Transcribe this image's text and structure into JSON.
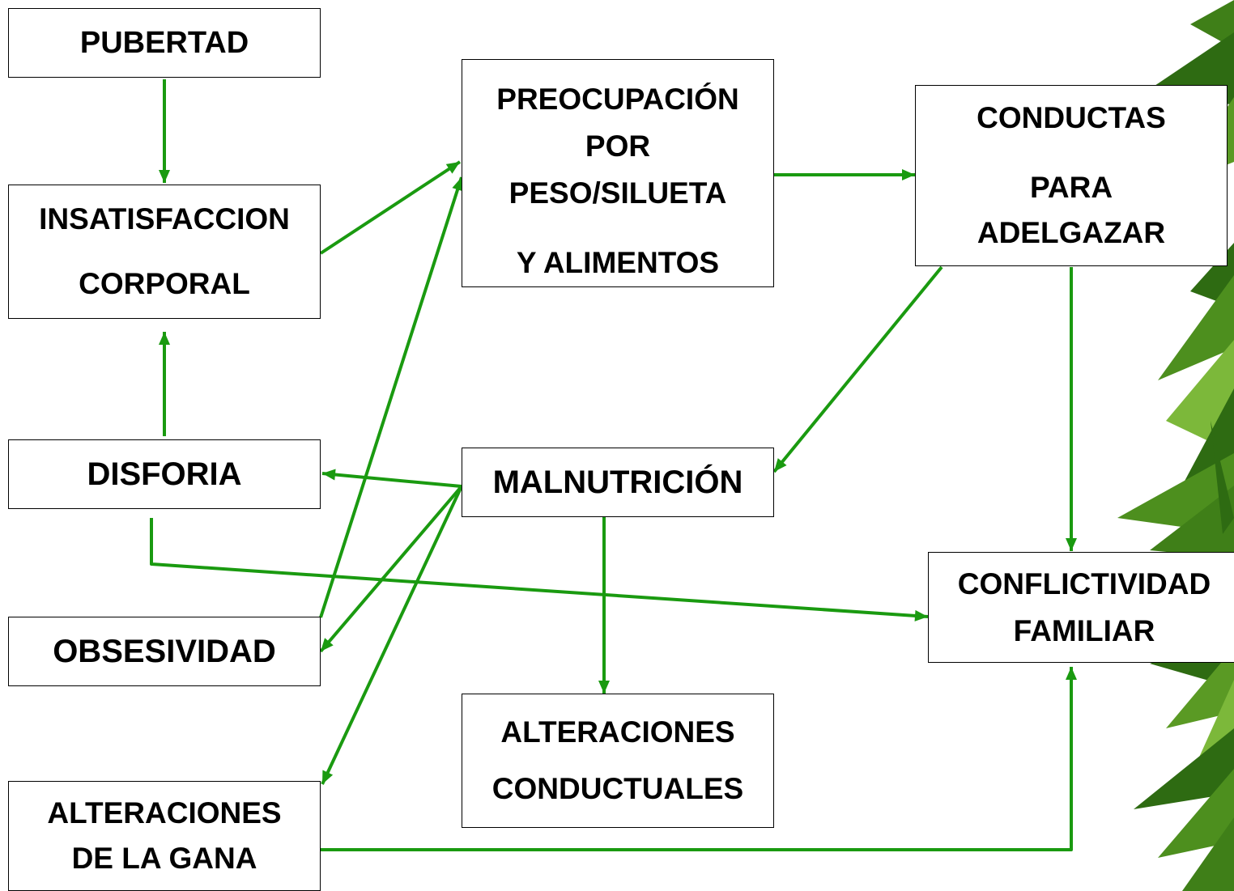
{
  "colors": {
    "arrow": "#1a9a10",
    "leaf_dark": "#2e6b12",
    "leaf_mid": "#4d8f1e",
    "leaf_light": "#7cb83a",
    "border": "#000000"
  },
  "nodes": {
    "pubertad": {
      "lines": [
        "PUBERTAD"
      ]
    },
    "insatisfaccion": {
      "lines": [
        "INSATISFACCION",
        "CORPORAL"
      ]
    },
    "preocupacion": {
      "lines": [
        "PREOCUPACIÓN",
        "POR",
        "PESO/SILUETA",
        "Y ALIMENTOS"
      ]
    },
    "conductas": {
      "lines": [
        "CONDUCTAS",
        "PARA",
        "ADELGAZAR"
      ]
    },
    "disforia": {
      "lines": [
        "DISFORIA"
      ]
    },
    "malnutricion": {
      "lines": [
        "MALNUTRICIÓN"
      ]
    },
    "obsesividad": {
      "lines": [
        "OBSESIVIDAD"
      ]
    },
    "conflictividad": {
      "lines": [
        "CONFLICTIVIDAD",
        "FAMILIAR"
      ]
    },
    "alteraciones_conductuales": {
      "lines": [
        "ALTERACIONES",
        "CONDUCTUALES"
      ]
    },
    "alteraciones_gana": {
      "lines": [
        "ALTERACIONES",
        "DE LA GANA"
      ]
    }
  },
  "edges": [
    {
      "from": "pubertad",
      "to": "insatisfaccion"
    },
    {
      "from": "disforia",
      "to": "insatisfaccion"
    },
    {
      "from": "insatisfaccion",
      "to": "preocupacion"
    },
    {
      "from": "obsesividad",
      "to": "preocupacion"
    },
    {
      "from": "preocupacion",
      "to": "conductas"
    },
    {
      "from": "conductas",
      "to": "malnutricion"
    },
    {
      "from": "conductas",
      "to": "conflictividad"
    },
    {
      "from": "malnutricion",
      "to": "disforia"
    },
    {
      "from": "malnutricion",
      "to": "obsesividad"
    },
    {
      "from": "malnutricion",
      "to": "alteraciones_gana"
    },
    {
      "from": "malnutricion",
      "to": "alteraciones_conductuales"
    },
    {
      "from": "disforia",
      "to": "conflictividad"
    },
    {
      "from": "alteraciones_gana",
      "to": "conflictividad"
    }
  ]
}
